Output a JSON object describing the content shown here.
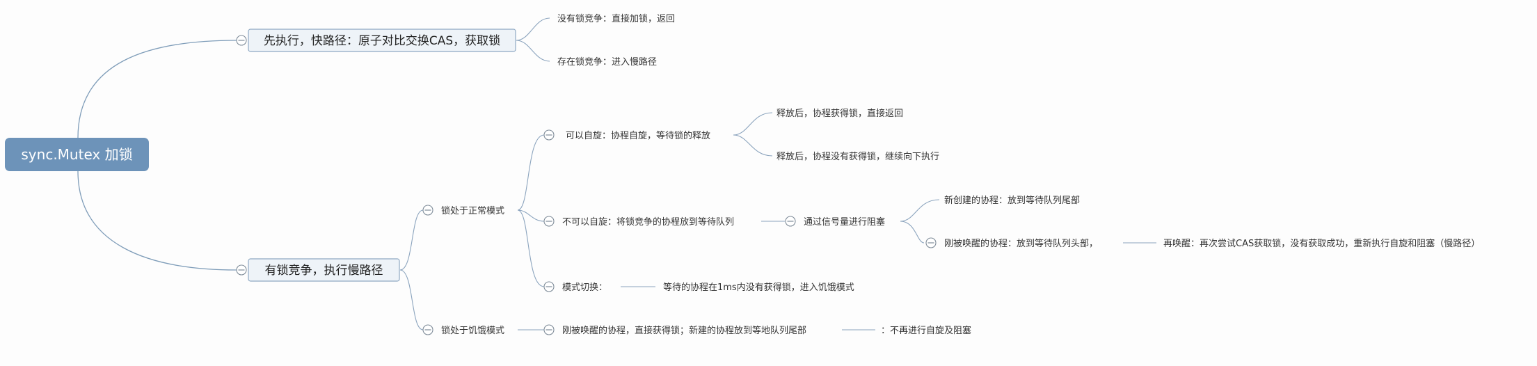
{
  "root": {
    "label": "sync.Mutex 加锁"
  },
  "fast_path": {
    "label": "先执行，快路径：原子对比交换CAS，获取锁",
    "children": [
      "没有锁竞争：直接加锁，返回",
      "存在锁竞争：进入慢路径"
    ]
  },
  "slow_path": {
    "label": "有锁竞争，执行慢路径",
    "normal_mode": {
      "label": "锁处于正常模式",
      "spin": {
        "label": "可以自旋：协程自旋，等待锁的释放",
        "children": [
          "释放后，协程获得锁，直接返回",
          "释放后，协程没有获得锁，继续向下执行"
        ]
      },
      "no_spin": {
        "label": "不可以自旋：将锁竞争的协程放到等待队列",
        "semaphore": {
          "label": "通过信号量进行阻塞",
          "new_goroutine": "新创建的协程：放到等待队列尾部",
          "woken_goroutine": {
            "label": "刚被唤醒的协程：放到等待队列头部，",
            "rewake": "再唤醒：再次尝试CAS获取锁，没有获取成功，重新执行自旋和阻塞（慢路径）"
          }
        }
      },
      "mode_switch": {
        "label": "模式切换：",
        "detail": "等待的协程在1ms内没有获得锁，进入饥饿模式"
      }
    },
    "starvation_mode": {
      "label": "锁处于饥饿模式",
      "detail": {
        "label": "刚被唤醒的协程，直接获得锁；新建的协程放到等地队列尾部",
        "note": "：不再进行自旋及阻塞"
      }
    }
  },
  "colors": {
    "root_fill": "#6d93b9",
    "topic_fill": "#eef3f8",
    "topic_border": "#8fa9c3",
    "line": "#8aa3bd"
  }
}
